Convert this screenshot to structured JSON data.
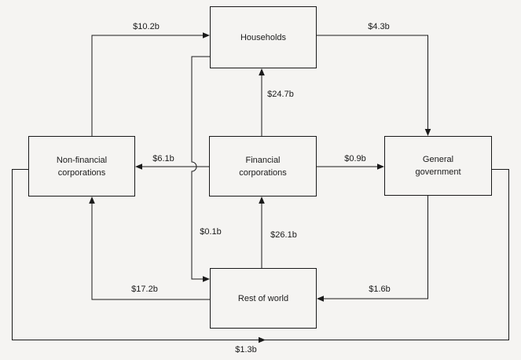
{
  "diagram": {
    "description": "Inter-sector financial flows diagram",
    "colors": {
      "background": "#f5f4f2",
      "line": "#1a1a1a",
      "box_fill": "#f5f4f2",
      "text": "#1a1a1a"
    },
    "nodes": [
      {
        "id": "households",
        "label": "Households"
      },
      {
        "id": "non-financial-corporations",
        "label": "Non-financial corporations"
      },
      {
        "id": "financial-corporations",
        "label": "Financial corporations"
      },
      {
        "id": "general-government",
        "label": "General government"
      },
      {
        "id": "rest-of-world",
        "label": "Rest of world"
      }
    ],
    "flows": [
      {
        "from": "non-financial-corporations",
        "to": "households",
        "amount": "$10.2b"
      },
      {
        "from": "households",
        "to": "general-government",
        "amount": "$4.3b"
      },
      {
        "from": "financial-corporations",
        "to": "households",
        "amount": "$24.7b"
      },
      {
        "from": "financial-corporations",
        "to": "non-financial-corporations",
        "amount": "$6.1b"
      },
      {
        "from": "financial-corporations",
        "to": "general-government",
        "amount": "$0.9b"
      },
      {
        "from": "households",
        "to": "rest-of-world",
        "amount": "$0.1b"
      },
      {
        "from": "rest-of-world",
        "to": "financial-corporations",
        "amount": "$26.1b"
      },
      {
        "from": "rest-of-world",
        "to": "non-financial-corporations",
        "amount": "$17.2b"
      },
      {
        "from": "general-government",
        "to": "rest-of-world",
        "amount": "$1.6b"
      },
      {
        "from": "non-financial-corporations",
        "to": "general-government",
        "amount": "$1.3b"
      }
    ]
  }
}
